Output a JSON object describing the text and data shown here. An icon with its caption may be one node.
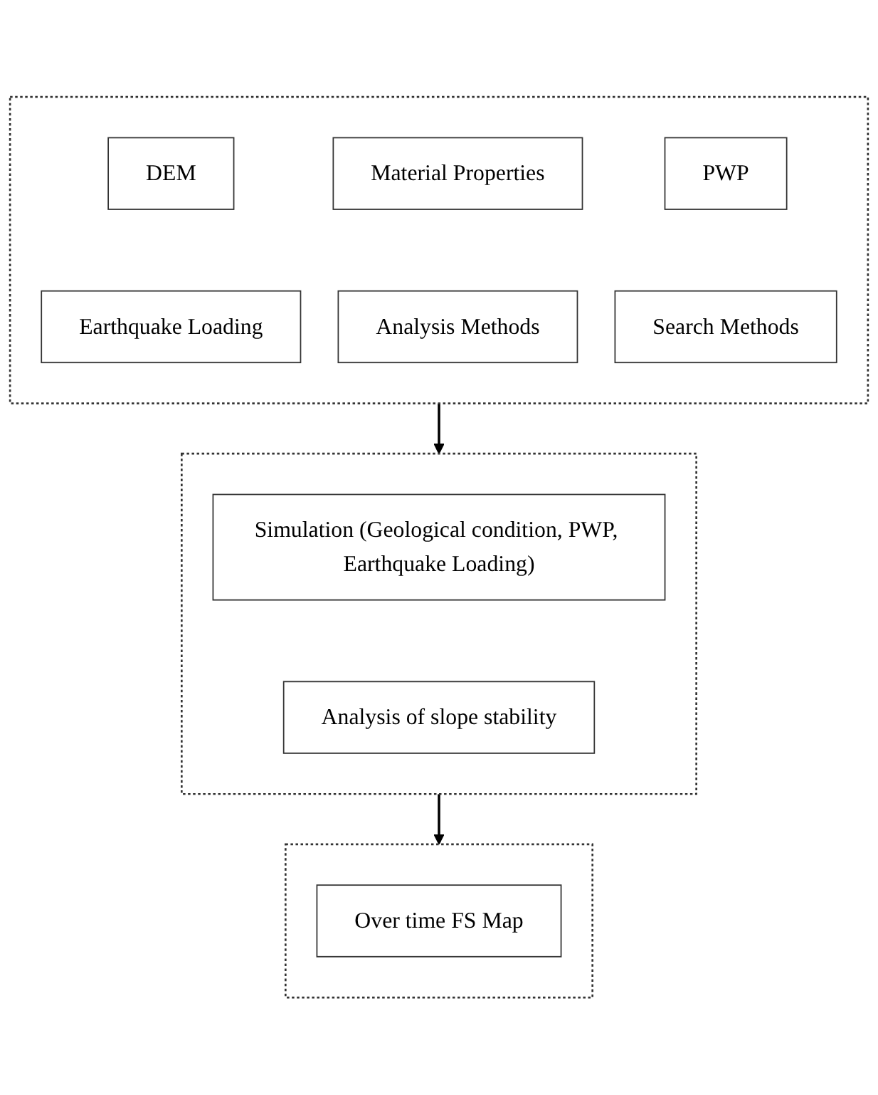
{
  "diagram": {
    "nodes": [
      {
        "text": [],
        "shape": "box"
      },
      {
        "text": [
          "DEM"
        ],
        "in": 0
      },
      {
        "text": [
          "Material Properties"
        ],
        "in": 0
      },
      {
        "text": [
          "PWP"
        ],
        "in": 0
      },
      {
        "text": [
          "Earthquake Loading"
        ],
        "in": 0
      },
      {
        "text": [
          "Analysis Methods"
        ],
        "in": 0
      },
      {
        "text": [
          "Search Methods"
        ],
        "in": 0
      },
      {
        "text": [],
        "shape": "box"
      },
      {
        "text": [
          "Simulation (Geological condition, PWP, Earthquake Loading)"
        ],
        "in": 7
      },
      {
        "text": [
          "Analysis of slope stability"
        ],
        "in": 7
      },
      {
        "text": [],
        "shape": "box"
      },
      {
        "text": [
          "Over time FS Map"
        ],
        "in": 10
      }
    ],
    "edges": [
      {
        "from": 0,
        "to": 7,
        "arrow": "to"
      },
      {
        "from": 7,
        "to": 10,
        "arrow": "to"
      }
    ]
  }
}
